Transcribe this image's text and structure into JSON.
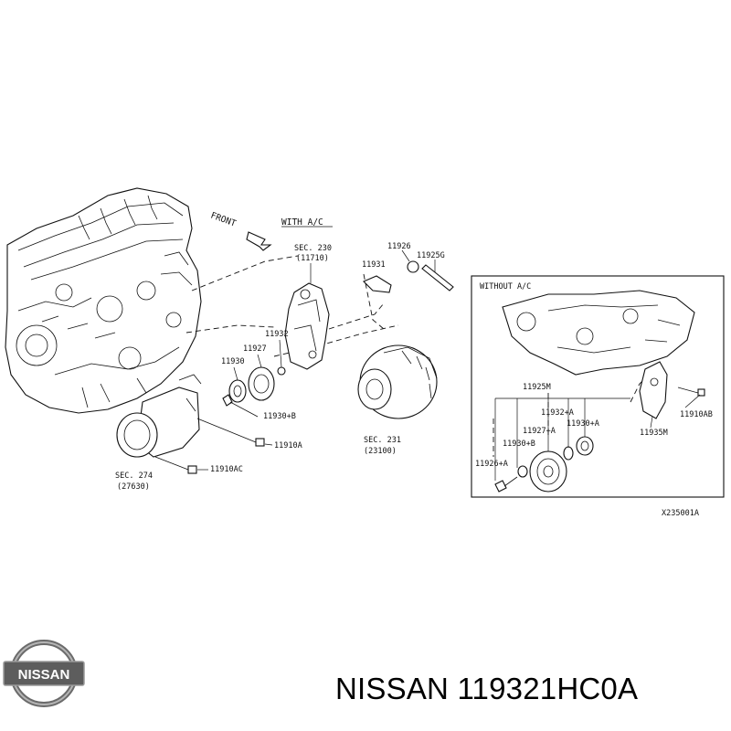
{
  "labels": {
    "front": "FRONT",
    "with_ac": "WITH A/C",
    "without_ac": "WITHOUT A/C",
    "sec230": "SEC. 230",
    "sec230_sub": "(11710)",
    "sec231": "SEC. 231",
    "sec231_sub": "(23100)",
    "sec274": "SEC. 274",
    "sec274_sub": "(27630)",
    "p11926": "11926",
    "p11925g": "11925G",
    "p11931": "11931",
    "p11932": "11932",
    "p11927": "11927",
    "p11930": "11930",
    "p11930b": "11930+B",
    "p11910a": "11910A",
    "p11910ac": "11910AC",
    "p11925m": "11925M",
    "p11932a": "11932+A",
    "p11927a": "11927+A",
    "p11930a": "11930+A",
    "p11930b2": "11930+B",
    "p11926a": "11926+A",
    "p11910ab": "11910AB",
    "p11935m": "11935M",
    "ref_code": "X235001A"
  },
  "brand": {
    "logo_text": "NISSAN",
    "name": "NISSAN",
    "part_number": "119321HC0A"
  }
}
